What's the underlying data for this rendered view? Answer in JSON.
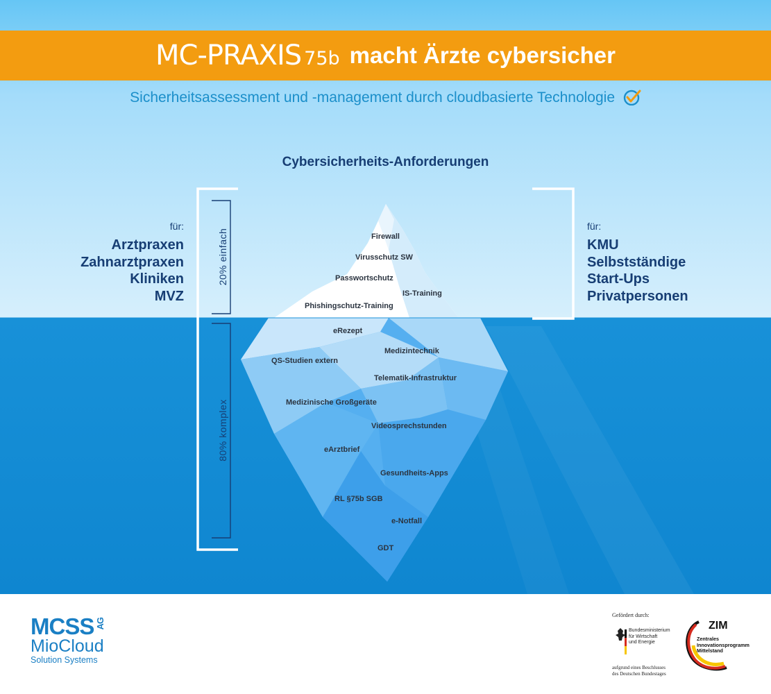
{
  "banner": {
    "product": "MC-PRAXIS",
    "number": "75b",
    "rest": "macht Ärzte cybersicher",
    "color": "#f39c10"
  },
  "subtitle": "Sicherheitsassessment und -management durch cloudbasierte Technologie",
  "heading": "Cybersicherheits-Anforderungen",
  "left_targets": {
    "fuer": "für:",
    "items": [
      "Arztpraxen",
      "Zahnarztpraxen",
      "Kliniken",
      "MVZ"
    ]
  },
  "right_targets": {
    "fuer": "für:",
    "items": [
      "KMU",
      "Selbstständige",
      "Start-Ups",
      "Privatpersonen"
    ]
  },
  "brackets": {
    "top_label": "20% einfach",
    "bottom_label": "80% komplex"
  },
  "iceberg": {
    "above": [
      "Firewall",
      "Virusschutz SW",
      "Passwortschutz",
      "IS-Training",
      "Phishingschutz-Training"
    ],
    "below": [
      "eRezept",
      "Medizintechnik",
      "QS-Studien extern",
      "Telematik-Infrastruktur",
      "Medizinische Großgeräte",
      "Videosprechstunden",
      "eArztbrief",
      "Gesundheits-Apps",
      "RL §75b SGB",
      "e-Notfall",
      "GDT"
    ]
  },
  "footer": {
    "logo_main": "MCSS",
    "logo_ag": "AG",
    "logo_sub": "MioCloud",
    "logo_tagline": "Solution Systems",
    "gefoerdert": "Gefördert durch:",
    "ministry": [
      "Bundesministerium",
      "für Wirtschaft",
      "und Energie"
    ],
    "beschluss": [
      "aufgrund eines Beschlusses",
      "des Deutschen Bundestages"
    ],
    "zim": "ZIM",
    "zim_sub": [
      "Zentrales",
      "Innovationsprogramm",
      "Mittelstand"
    ]
  },
  "colors": {
    "sky": "#a4dcfa",
    "sea": "#1891d8",
    "text_dark": "#173e74",
    "subtitle": "#1b8fca"
  }
}
